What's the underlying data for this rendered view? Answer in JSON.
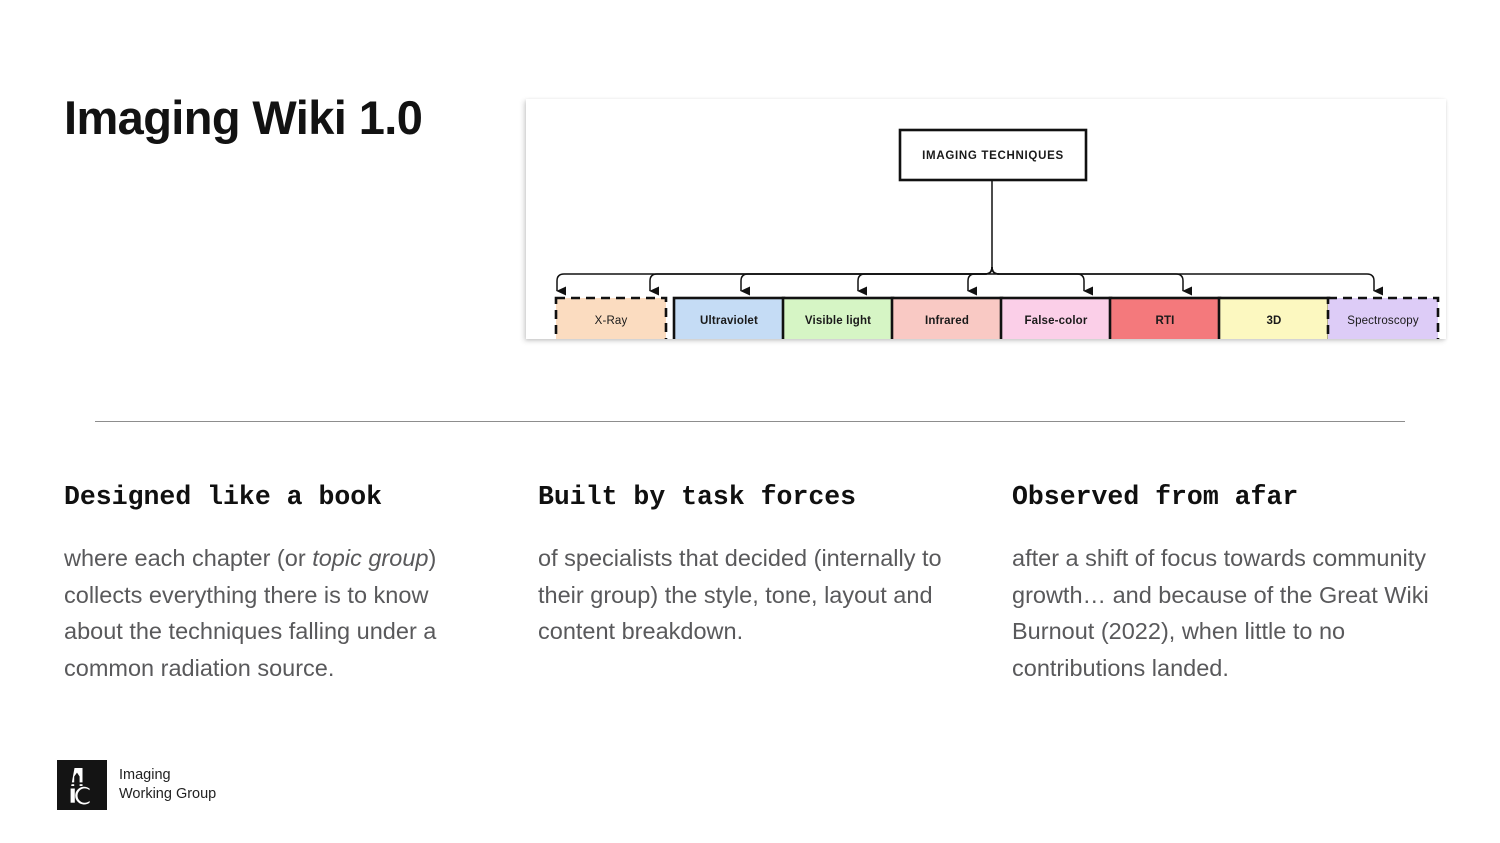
{
  "slide": {
    "title": "Imaging Wiki 1.0"
  },
  "diagram": {
    "root": {
      "label": "IMAGING TECHNIQUES",
      "fill": "#ffffff",
      "border": "#111111"
    },
    "leaves": [
      {
        "label": "X-Ray",
        "fill": "#fbdcc0",
        "border": "#111111",
        "border_style": "dashed",
        "bold": false
      },
      {
        "label": "Ultraviolet",
        "fill": "#c5dcf5",
        "border": "#111111",
        "border_style": "solid",
        "bold": true
      },
      {
        "label": "Visible light",
        "fill": "#d6f5c5",
        "border": "#111111",
        "border_style": "solid",
        "bold": true
      },
      {
        "label": "Infrared",
        "fill": "#f9c9c4",
        "border": "#111111",
        "border_style": "solid",
        "bold": true
      },
      {
        "label": "False-color",
        "fill": "#fbcfe8",
        "border": "#111111",
        "border_style": "solid",
        "bold": true
      },
      {
        "label": "RTI",
        "fill": "#f4797c",
        "border": "#111111",
        "border_style": "solid",
        "bold": true
      },
      {
        "label": "3D",
        "fill": "#fcf8c0",
        "border": "#111111",
        "border_style": "solid",
        "bold": true
      },
      {
        "label": "Spectroscopy",
        "fill": "#ddccf7",
        "border": "#111111",
        "border_style": "dashed",
        "bold": false
      }
    ]
  },
  "columns": [
    {
      "heading": "Designed like a book",
      "body_parts": [
        {
          "text": "where each chapter (or ",
          "italic": false
        },
        {
          "text": "topic group",
          "italic": true
        },
        {
          "text": ") collects everything there is to know about the techniques falling under a common radiation source.",
          "italic": false
        }
      ]
    },
    {
      "heading": "Built by task forces",
      "body_parts": [
        {
          "text": "of specialists that decided (internally to their group) the style, tone, layout and content breakdown.",
          "italic": false
        }
      ]
    },
    {
      "heading": "Observed from afar",
      "body_parts": [
        {
          "text": "after a shift of focus towards community growth… and because of the Great Wiki Burnout (2022), when little to no contributions landed.",
          "italic": false
        }
      ]
    }
  ],
  "logo": {
    "mark_text": "AIC",
    "line1": "Imaging",
    "line2": "Working Group",
    "mark_bg": "#141414"
  },
  "colors": {
    "title": "#121212",
    "body_text": "#59595b",
    "divider": "#8d8d8d",
    "page_bg": "#ffffff"
  }
}
